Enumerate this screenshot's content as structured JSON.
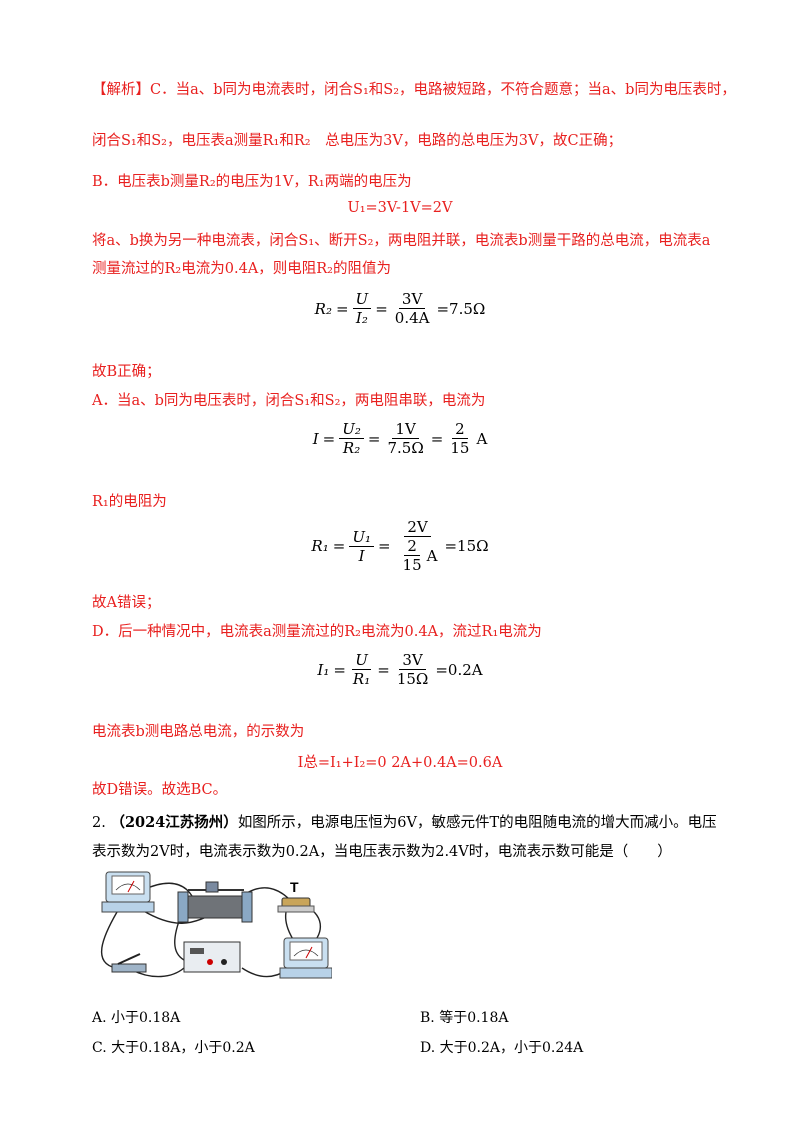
{
  "analysis": {
    "tag": "【解析】",
    "l1": "C．当a、b同为电流表时，闭合S₁和S₂，电路被短路，不符合题意；当a、b同为电压表时，",
    "l2": "闭合S₁和S₂，电压表a测量R₁和R₂　总电压为3V，电路的总电压为3V，故C正确；",
    "l3": "B．电压表b测量R₂的电压为1V，R₁两端的电压为",
    "eq1": "U₁=3V-1V=2V",
    "l4": "将a、b换为另一种电流表，闭合S₁、断开S₂，两电阻并联，电流表b测量干路的总电流，电流表a",
    "l5": "测量流过的R₂电流为0.4A，则电阻R₂的阻值为",
    "eq2": {
      "lhs": "R₂",
      "n1": "U",
      "d1": "I₂",
      "n2": "3V",
      "d2": "0.4A",
      "rhs": "=7.5Ω"
    },
    "l6": "故B正确；",
    "l7": "A．当a、b同为电压表时，闭合S₁和S₂，两电阻串联，电流为",
    "eq3": {
      "lhs": "I",
      "n1": "U₂",
      "d1": "R₂",
      "n2": "1V",
      "d2": "7.5Ω",
      "n3": "2",
      "d3": "15",
      "rhs": "A"
    },
    "l8": "R₁的电阻为",
    "eq4": {
      "lhs": "R₁",
      "n1": "U₁",
      "d1": "I",
      "n2": "2V",
      "d2n": "2",
      "d2d": "15",
      "d2u": "A",
      "rhs": "=15Ω"
    },
    "l9": "故A错误；",
    "l10": "D．后一种情况中，电流表a测量流过的R₂电流为0.4A，流过R₁电流为",
    "eq5": {
      "lhs": "I₁",
      "n1": "U",
      "d1": "R₁",
      "n2": "3V",
      "d2": "15Ω",
      "rhs": "=0.2A"
    },
    "l11": "电流表b测电路总电流，的示数为",
    "eq6": "I总=I₁+I₂=0 2A+0.4A=0.6A",
    "l12": "故D错误。故选BC。"
  },
  "question": {
    "number": "2.",
    "source": "（2024江苏扬州）",
    "text1": "如图所示，电源电压恒为6V，敏感元件T的电阻随电流的增大而减小。电压",
    "text2": "表示数为2V时，电流表示数为0.2A，当电压表示数为2.4V时，电流表示数可能是（　　）",
    "figure_label": "T"
  },
  "options": {
    "a": "A.  小于0.18A",
    "b": "B.  等于0.18A",
    "c": "C.  大于0.18A，小于0.2A",
    "d": "D.  大于0.2A，小于0.24A"
  }
}
